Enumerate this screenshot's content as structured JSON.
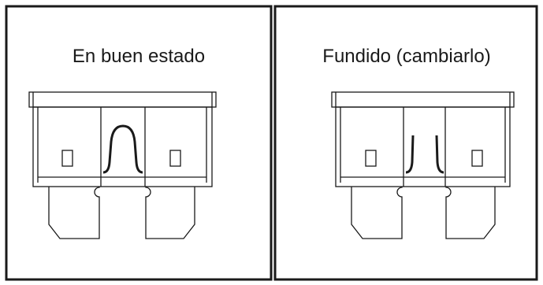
{
  "panels": [
    {
      "label": "En buen estado",
      "state": "good"
    },
    {
      "label": "Fundido (cambiarlo)",
      "state": "blown"
    }
  ],
  "colors": {
    "line": "#1a1a1a",
    "background": "#ffffff"
  }
}
